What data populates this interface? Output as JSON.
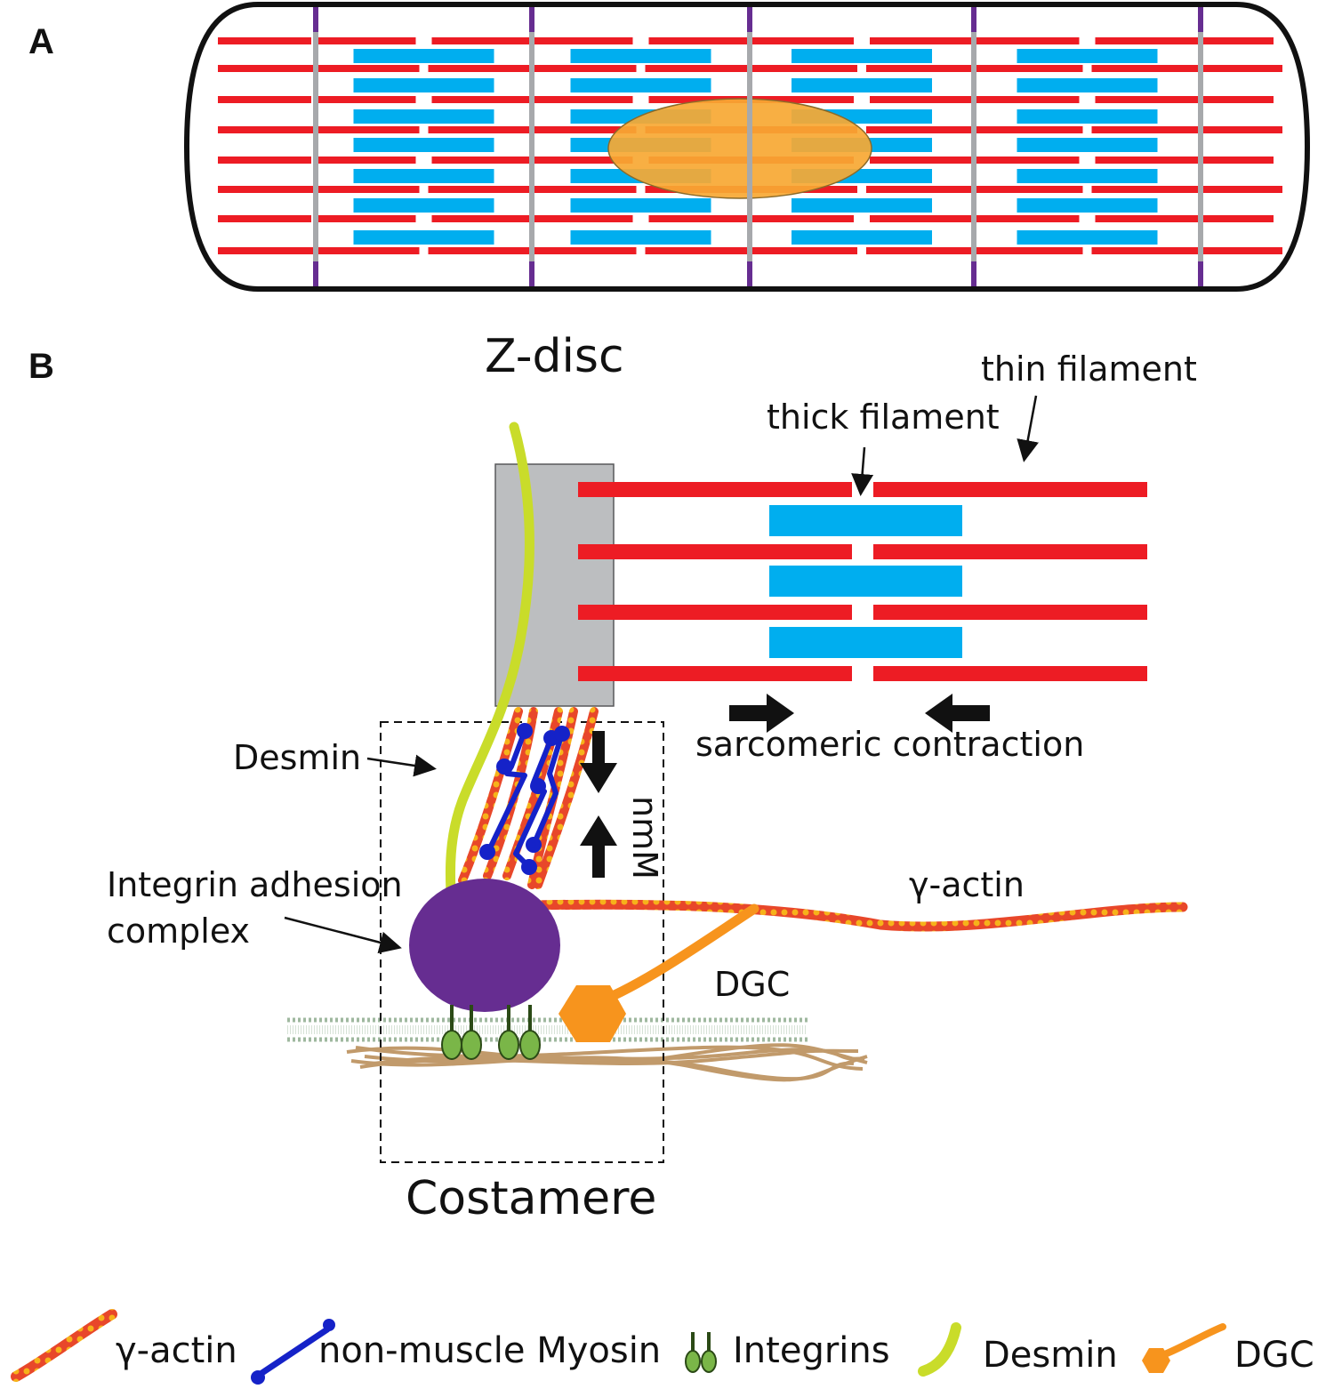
{
  "panels": {
    "a": "A",
    "b": "B"
  },
  "labels": {
    "z_disc": "Z-disc",
    "thin_filament": "thin filament",
    "thick_filament": "thick filament",
    "sarcomeric_contraction": "sarcomeric contraction",
    "nmm": "nmM",
    "desmin": "Desmin",
    "integrin_line1": "Integrin adhesion",
    "integrin_line2": "complex",
    "gamma_actin": "γ-actin",
    "dgc": "DGC",
    "costamere": "Costamere"
  },
  "legend": {
    "gamma_actin": "γ-actin",
    "myosin": "non-muscle Myosin",
    "integrins": "Integrins",
    "desmin": "Desmin",
    "dgc": "DGC"
  },
  "colors": {
    "thin_filament": "#ed1c24",
    "thick_filament": "#00aeef",
    "z_disc_line": "#a7a9ac",
    "z_disc_end": "#662d91",
    "nucleus": "#f7a833",
    "z_disc_block": "#bcbec0",
    "desmin": "#c9dc2a",
    "myosin": "#1522c8",
    "integrin_complex": "#662d91",
    "integrins": "#7ab648",
    "dgc": "#f7941d",
    "ecm": "#c19a6b",
    "membrane": "#b7c9b7",
    "gamma_actin": "#e8472a"
  },
  "icons": [
    "gamma-actin-icon",
    "myosin-icon",
    "integrin-icon",
    "desmin-icon",
    "dgc-icon"
  ]
}
